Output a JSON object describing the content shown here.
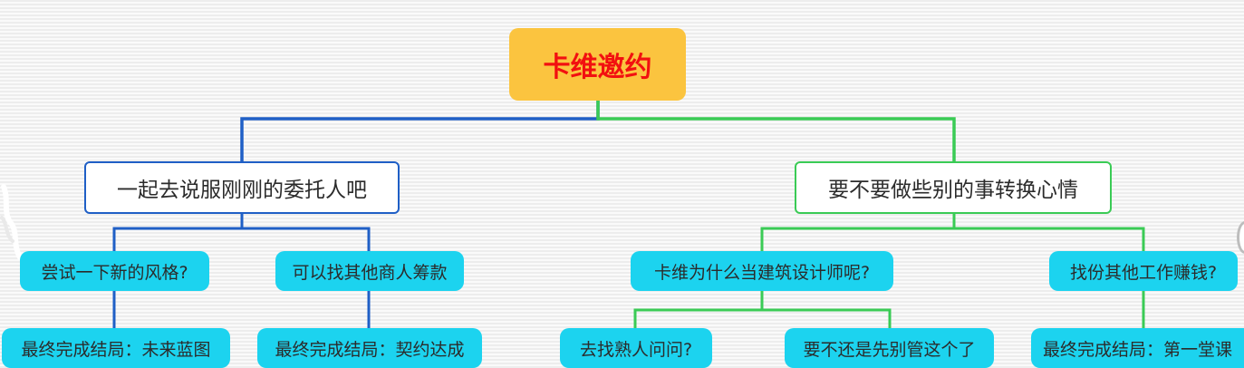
{
  "diagram": {
    "root": {
      "label": "卡维邀约"
    },
    "branches": [
      {
        "label": "一起去说服刚刚的委托人吧"
      },
      {
        "label": "要不要做些别的事转换心情"
      }
    ],
    "options": [
      {
        "label": "尝试一下新的风格?"
      },
      {
        "label": "可以找其他商人筹款"
      },
      {
        "label": "卡维为什么当建筑设计师呢?"
      },
      {
        "label": "找份其他工作赚钱?"
      }
    ],
    "endings": [
      {
        "label": "最终完成结局：未来蓝图"
      },
      {
        "label": "最终完成结局：契约达成"
      },
      {
        "label": "去找熟人问问?"
      },
      {
        "label": "要不还是先别管这个了"
      },
      {
        "label": "最终完成结局：第一堂课"
      }
    ]
  },
  "colors": {
    "root_fill": "#fbc43f",
    "root_text": "#f21010",
    "left_branch": "#1f5fc6",
    "right_branch": "#3acb55",
    "leaf_fill": "#1cd3ef"
  }
}
